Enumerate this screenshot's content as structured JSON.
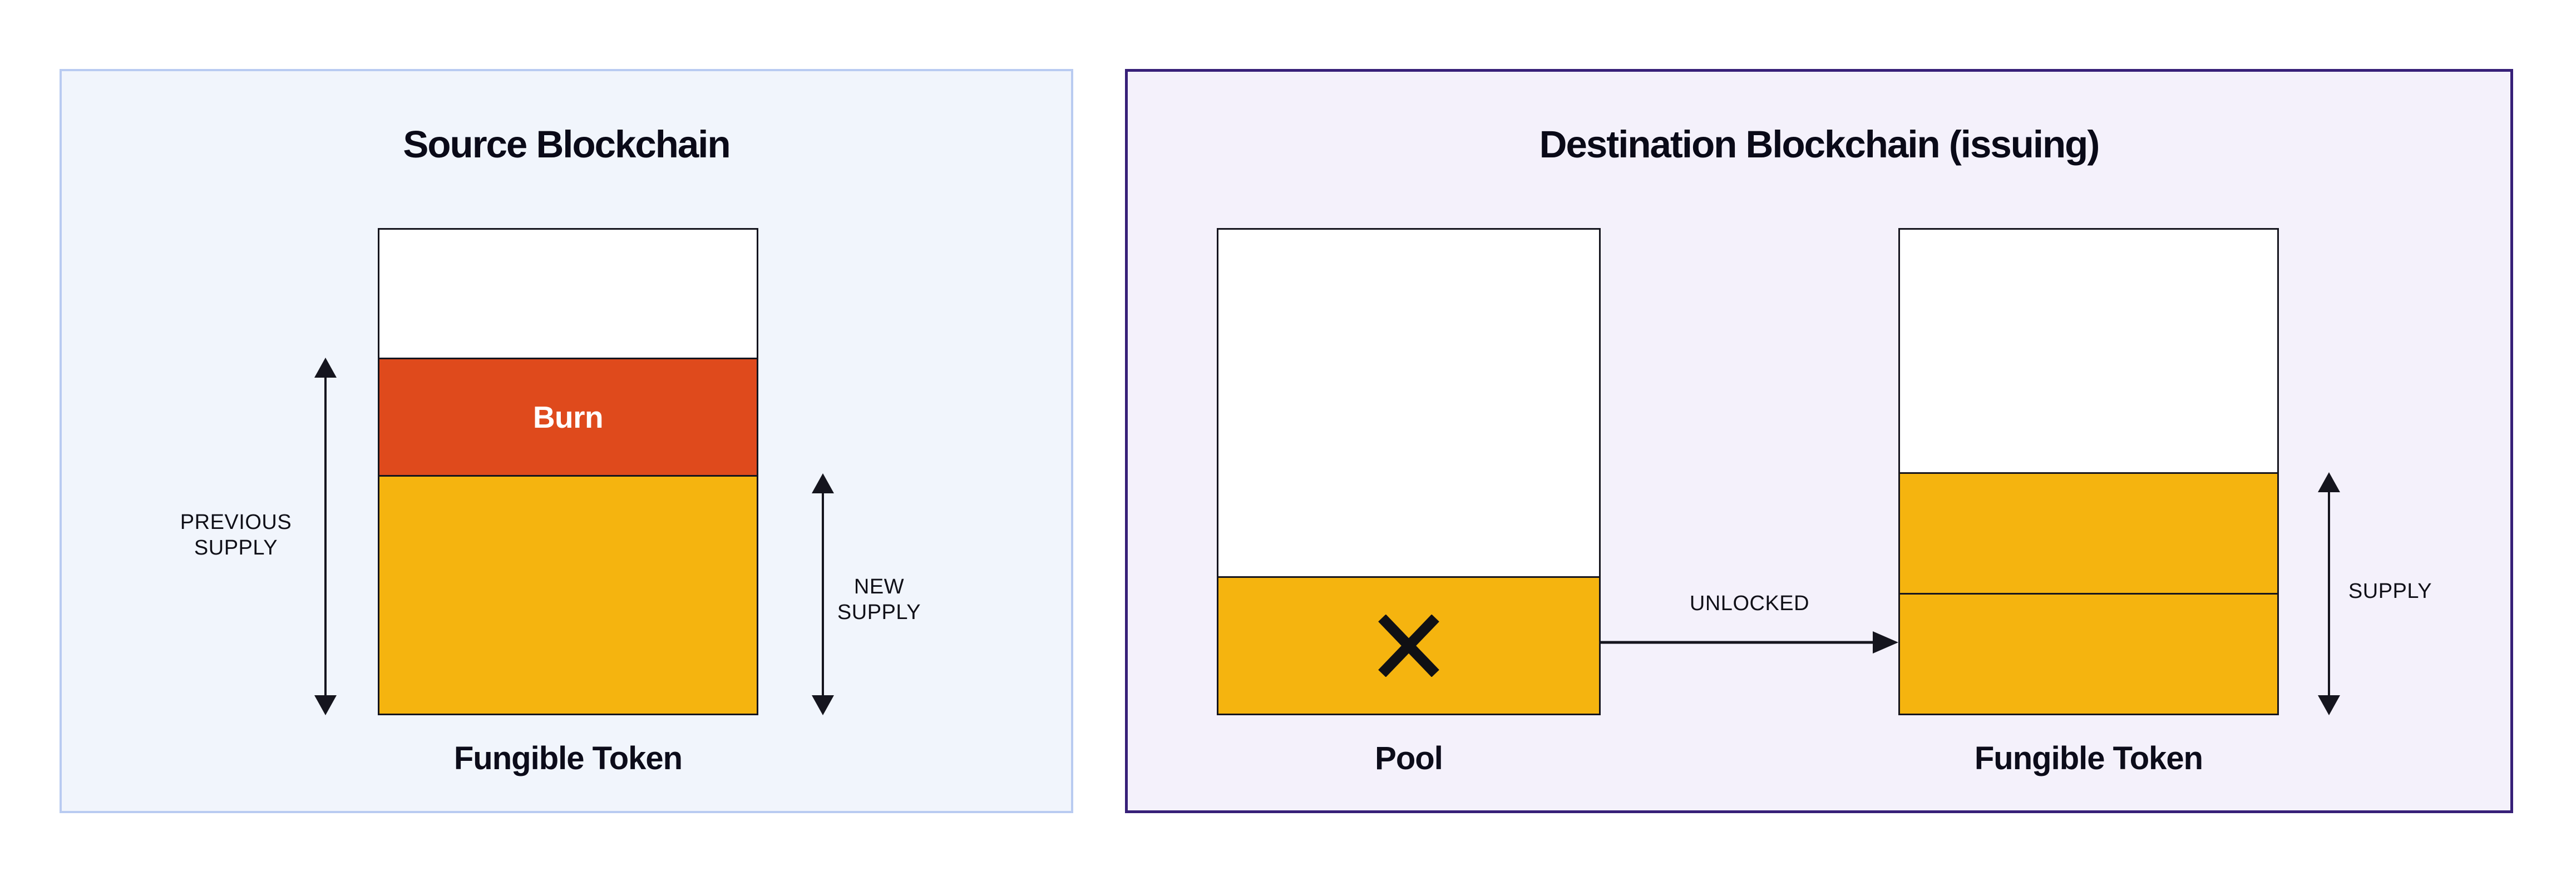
{
  "source_panel": {
    "title": "Source Blockchain",
    "bar": {
      "burn_label": "Burn",
      "caption": "Fungible Token"
    },
    "previous_supply_label": "PREVIOUS\nSUPPLY",
    "new_supply_label": "NEW\nSUPPLY"
  },
  "destination_panel": {
    "title": "Destination Blockchain (issuing)",
    "pool_bar": {
      "caption": "Pool"
    },
    "token_bar": {
      "caption": "Fungible Token"
    },
    "unlocked_label": "UNLOCKED",
    "supply_label": "SUPPLY"
  },
  "colors": {
    "token_yellow": "#f5b40f",
    "burn_orange": "#df4a1c",
    "source_panel_background": "#f1f5fc",
    "source_panel_border": "#b9cbf1",
    "destination_panel_background": "#f4f1fb",
    "destination_panel_border": "#372078",
    "outline_black": "#15151e",
    "burn_text": "#ffffff"
  }
}
